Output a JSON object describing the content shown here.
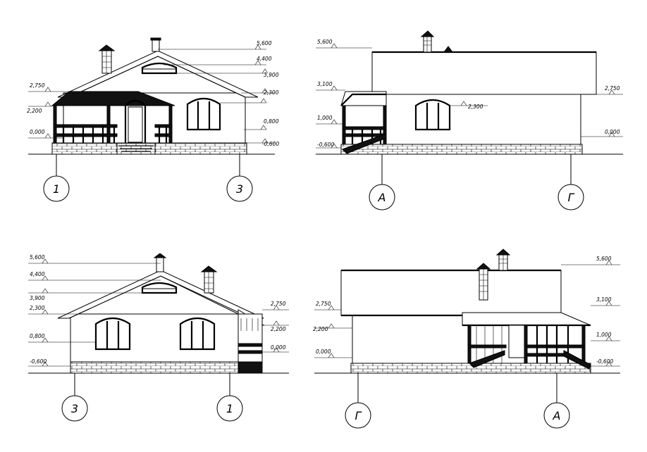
{
  "elevations": {
    "e1": {
      "levels": [
        "5,600",
        "4,400",
        "3,900",
        "2,750",
        "2,300",
        "2,200",
        "0,800",
        "0,000",
        "-0,600"
      ],
      "axes": [
        "1",
        "3"
      ]
    },
    "e2": {
      "levels": [
        "5,600",
        "3,100",
        "2,750",
        "2,300",
        "1,000",
        "0,000",
        "-0,600"
      ],
      "axes": [
        "А",
        "Г"
      ]
    },
    "e3": {
      "levels": [
        "5,600",
        "4,400",
        "3,900",
        "2,300",
        "2,750",
        "2,200",
        "0,800",
        "0,000",
        "-0,600"
      ],
      "axes": [
        "3",
        "1"
      ]
    },
    "e4": {
      "levels": [
        "5,600",
        "2,750",
        "3,100",
        "2,200",
        "1,000",
        "0,000",
        "-0,600"
      ],
      "axes": [
        "Г",
        "А"
      ]
    }
  }
}
